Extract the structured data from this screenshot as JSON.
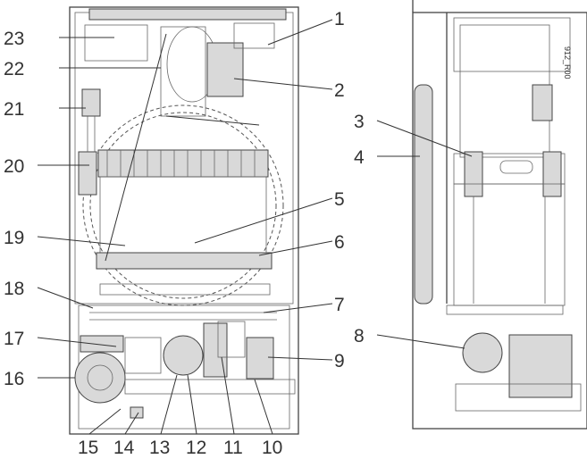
{
  "title": "Boiler component diagram",
  "drawing_code": "912_R00",
  "callouts": [
    {
      "n": "1"
    },
    {
      "n": "2"
    },
    {
      "n": "3"
    },
    {
      "n": "4"
    },
    {
      "n": "5"
    },
    {
      "n": "6"
    },
    {
      "n": "7"
    },
    {
      "n": "8"
    },
    {
      "n": "9"
    },
    {
      "n": "10"
    },
    {
      "n": "11"
    },
    {
      "n": "12"
    },
    {
      "n": "13"
    },
    {
      "n": "14"
    },
    {
      "n": "15"
    },
    {
      "n": "16"
    },
    {
      "n": "17"
    },
    {
      "n": "18"
    },
    {
      "n": "19"
    },
    {
      "n": "20"
    },
    {
      "n": "21"
    },
    {
      "n": "22"
    },
    {
      "n": "23"
    }
  ]
}
